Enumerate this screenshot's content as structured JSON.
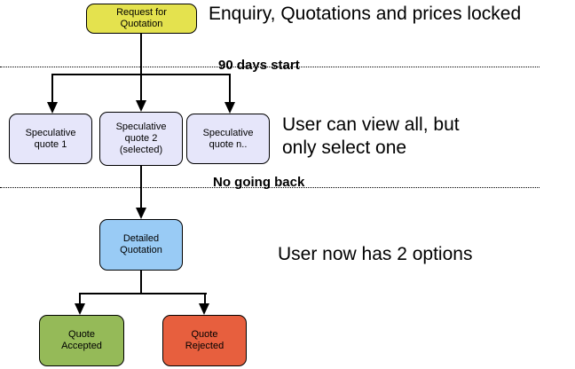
{
  "diagram": {
    "nodes": {
      "request": {
        "label": "Request for\nQuotation",
        "bg": "#e4e24e"
      },
      "spec1": {
        "label": "Speculative\nquote 1",
        "bg": "#e6e6fa"
      },
      "spec2": {
        "label": "Speculative\nquote 2\n(selected)",
        "bg": "#e6e6fa"
      },
      "spec3": {
        "label": "Speculative\nquote n..",
        "bg": "#e6e6fa"
      },
      "detailed": {
        "label": "Detailed\nQuotation",
        "bg": "#99cbf5"
      },
      "accepted": {
        "label": "Quote\nAccepted",
        "bg": "#95ba58"
      },
      "rejected": {
        "label": "Quote\nRejected",
        "bg": "#e75f3e"
      }
    },
    "milestones": {
      "days_start": "90 days start",
      "no_going_back": "No going back"
    },
    "annotations": {
      "heading": "Enquiry, Quotations and prices locked",
      "note_select": "User can view all, but\nonly select one",
      "note_options": "User now has 2 options"
    },
    "colors": {
      "connector": "#000000",
      "phase_line": "#000000",
      "background": "#ffffff"
    }
  }
}
